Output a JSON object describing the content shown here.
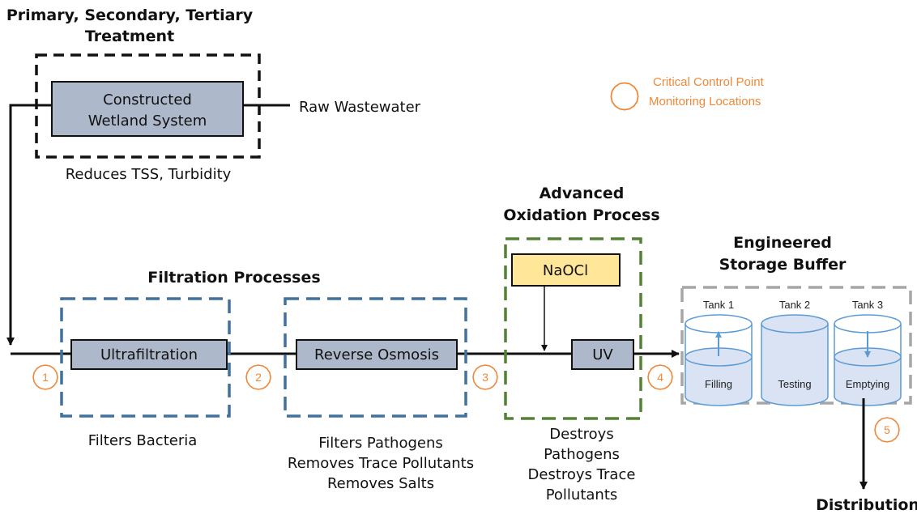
{
  "headings": {
    "treatment_line1": "Primary, Secondary, Tertiary",
    "treatment_line2": "Treatment",
    "filtration": "Filtration Processes",
    "aop_line1": "Advanced",
    "aop_line2": "Oxidation Process",
    "storage_line1": "Engineered",
    "storage_line2": "Storage Buffer",
    "distribution": "Distribution"
  },
  "boxes": {
    "wetland_line1": "Constructed",
    "wetland_line2": "Wetland System",
    "ultrafiltration": "Ultrafiltration",
    "reverse_osmosis": "Reverse Osmosis",
    "naocl": "NaOCl",
    "uv": "UV"
  },
  "labels": {
    "raw_wastewater": "Raw Wastewater",
    "wetland_desc": "Reduces TSS, Turbidity",
    "uf_desc": "Filters Bacteria",
    "ro_desc_1": "Filters Pathogens",
    "ro_desc_2": "Removes Trace Pollutants",
    "ro_desc_3": "Removes Salts",
    "aop_desc_1": "Destroys",
    "aop_desc_2": "Pathogens",
    "aop_desc_3": "Destroys Trace",
    "aop_desc_4": "Pollutants"
  },
  "legend": {
    "line1": "Critical Control Point",
    "line2": "Monitoring Locations"
  },
  "tanks": [
    {
      "name": "Tank 1",
      "status": "Filling",
      "arrow": "up"
    },
    {
      "name": "Tank 2",
      "status": "Testing",
      "arrow": "none"
    },
    {
      "name": "Tank 3",
      "status": "Emptying",
      "arrow": "down"
    }
  ],
  "control_points": [
    "1",
    "2",
    "3",
    "4",
    "5"
  ],
  "colors": {
    "process_box_fill": "#adb9ca",
    "naocl_fill": "#ffe699",
    "filtration_border": "#41719c",
    "aop_border": "#548235",
    "storage_border": "#a6a6a6",
    "treatment_border": "#111111",
    "control_point": "#f0883a",
    "tank_fill": "#dae3f3",
    "tank_stroke": "#5b9bd5"
  }
}
